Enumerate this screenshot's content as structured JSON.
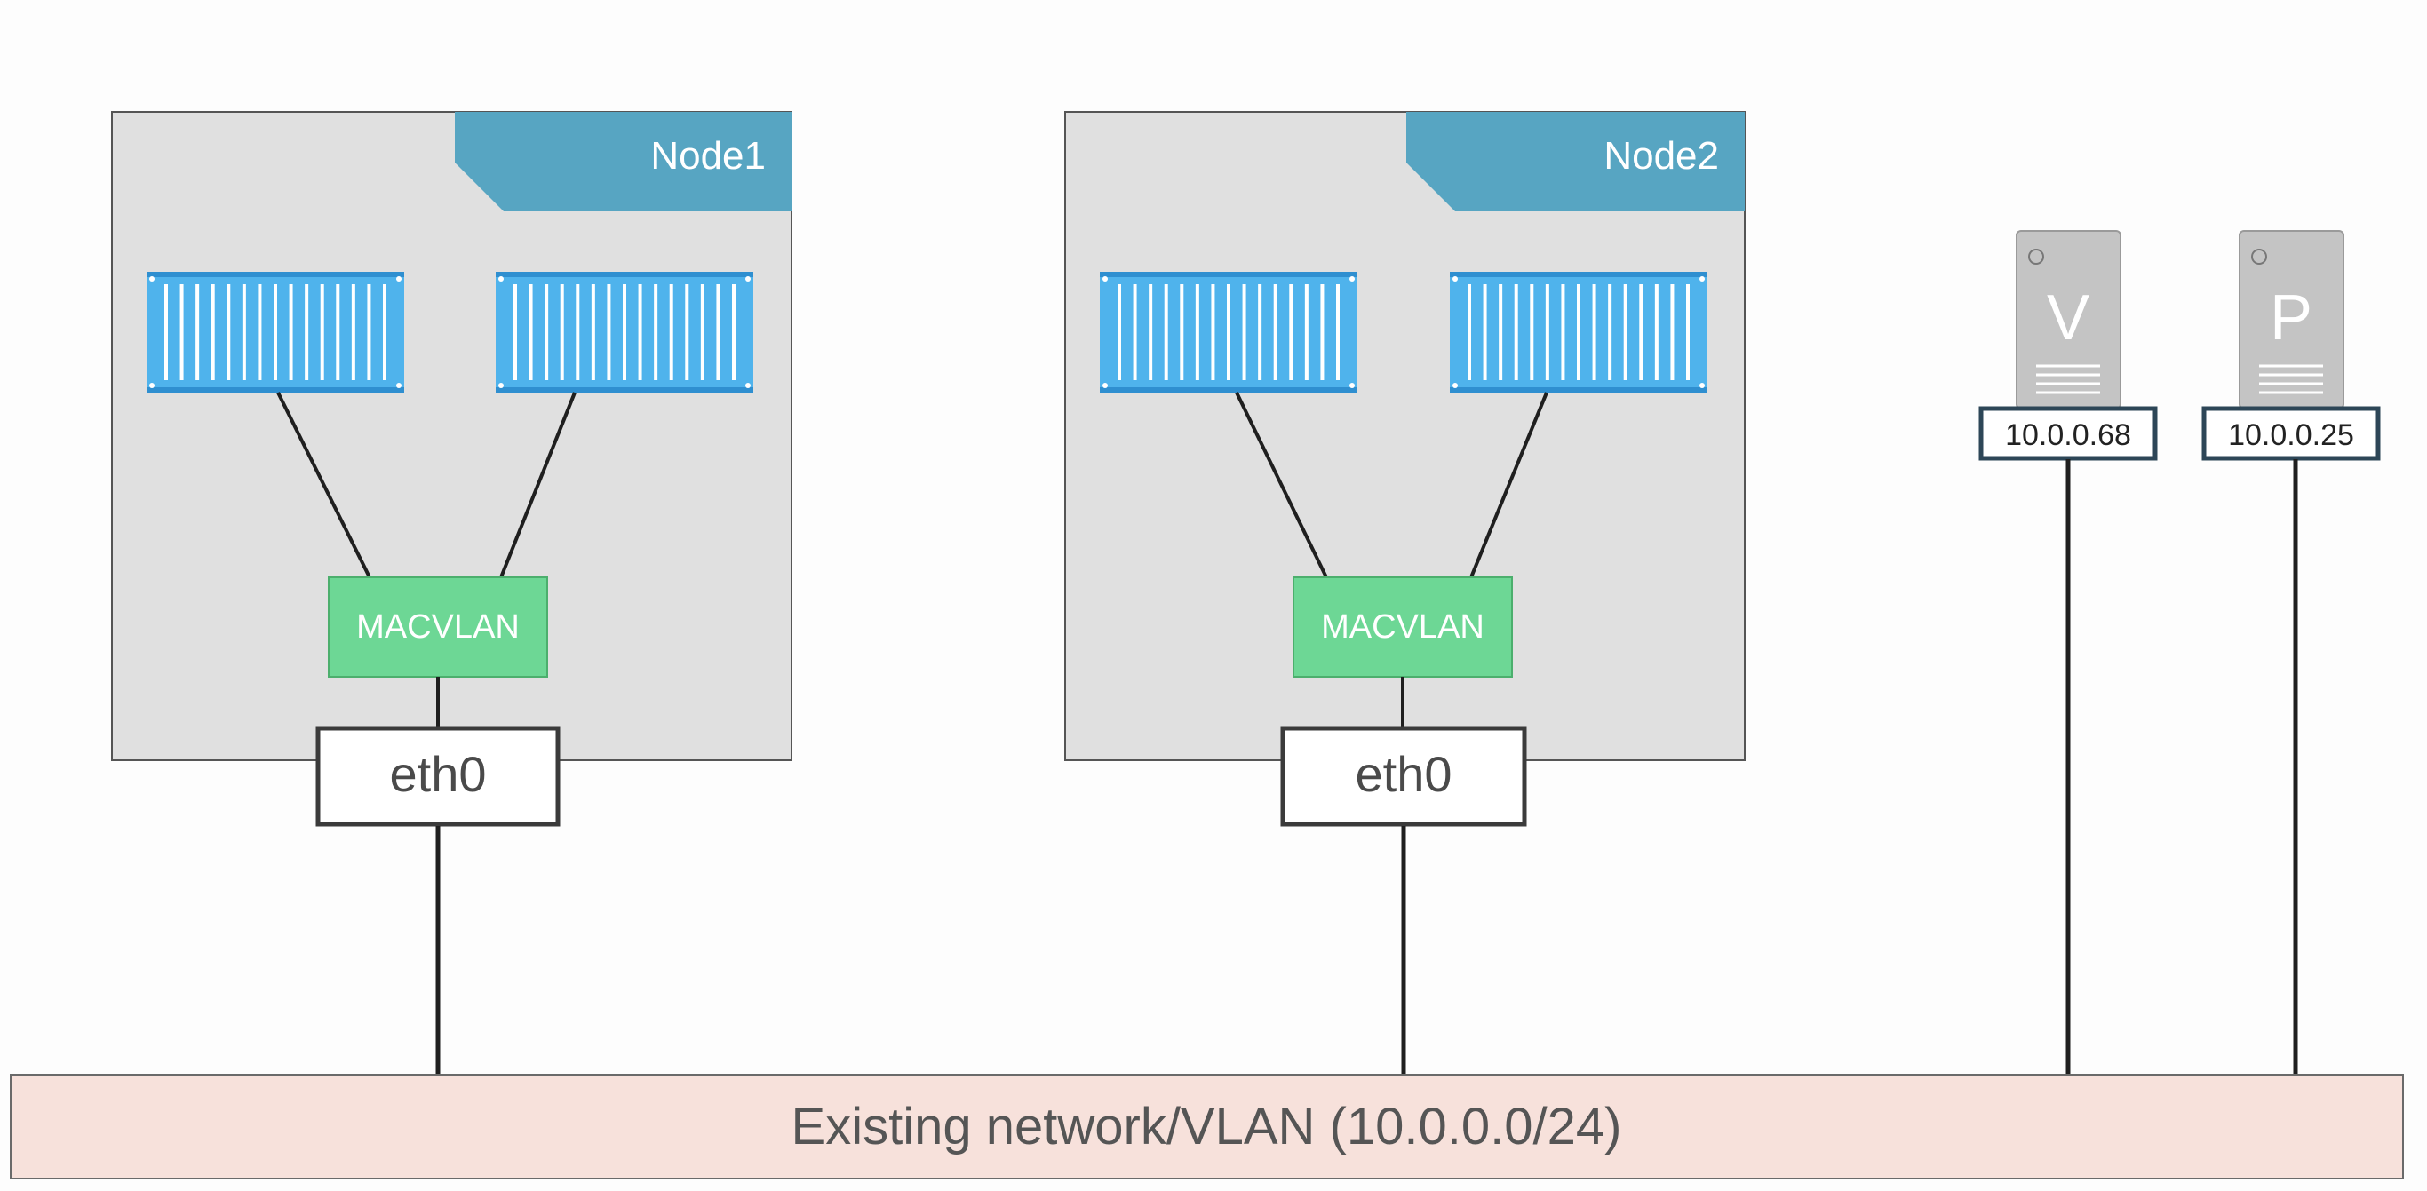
{
  "nodes": [
    {
      "label": "Node1",
      "driver_label": "MACVLAN",
      "interface_label": "eth0",
      "containers": 2
    },
    {
      "label": "Node2",
      "driver_label": "MACVLAN",
      "interface_label": "eth0",
      "containers": 2
    }
  ],
  "servers": [
    {
      "letter": "V",
      "ip": "10.0.0.68"
    },
    {
      "letter": "P",
      "ip": "10.0.0.25"
    }
  ],
  "network": {
    "label": "Existing network/VLAN (10.0.0.0/24)"
  },
  "colors": {
    "node_box": "#e0e0e0",
    "node_tab": "#57a5c2",
    "container": "#4fb3ec",
    "macvlan": "#6dd795",
    "network_band": "#f7e1db",
    "server": "#c4c4c4",
    "line": "#1f1f1f"
  }
}
